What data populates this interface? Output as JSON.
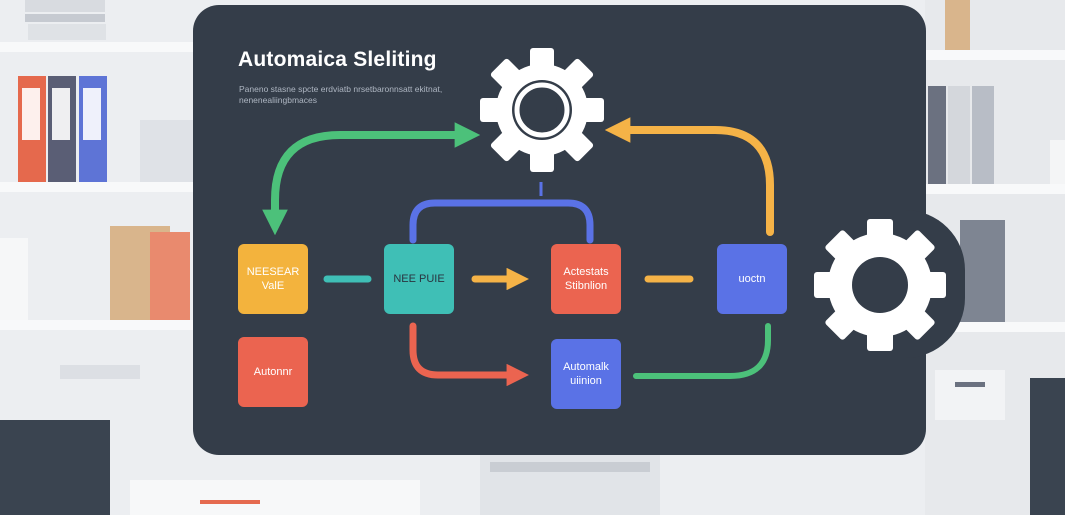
{
  "diagram": {
    "title": "Automaica Sleliting",
    "subtitle": "Paneno stasne spcte erdviatb nrsetbaronnsatt ekitnat, nenenealiingbmaces",
    "nodes": [
      {
        "id": "n1",
        "label": "NEESEAR\nValE",
        "color": "#f3b33d"
      },
      {
        "id": "n2",
        "label": "NEE PUIE",
        "color": "#3fbfb6"
      },
      {
        "id": "n3",
        "label": "Actestats\nStibnlion",
        "color": "#eb6450"
      },
      {
        "id": "n4",
        "label": "uoctn",
        "color": "#5a72e6"
      },
      {
        "id": "n5",
        "label": "Autonnr",
        "color": "#eb6450"
      },
      {
        "id": "n6",
        "label": "Automalk\nuiinion",
        "color": "#5a72e6"
      }
    ],
    "icons": [
      "gear-icon",
      "gear-icon"
    ],
    "colors": {
      "panel": "#343d49",
      "green": "#4cc17a",
      "orange": "#f5b347",
      "blue": "#5a72e6",
      "red": "#eb6450",
      "teal": "#3fbfb6"
    }
  }
}
